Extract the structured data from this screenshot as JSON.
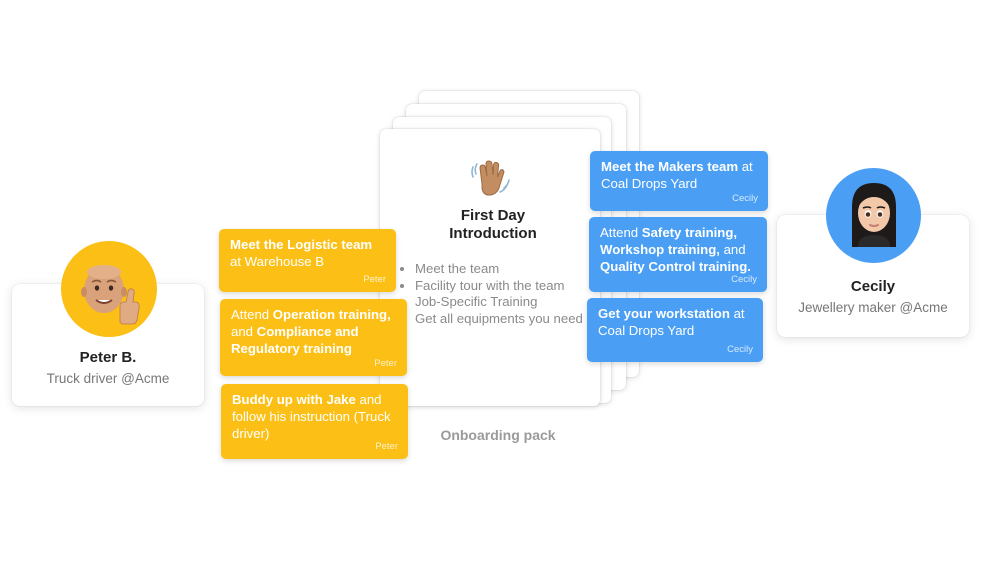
{
  "pack": {
    "title_line1": "First Day",
    "title_line2": "Introduction",
    "items": [
      "Meet the team",
      "Facility tour with the team",
      "Job-Specific Training",
      "Get all equipments you need"
    ],
    "caption": "Onboarding pack",
    "icon": "waving-hand-icon"
  },
  "peter": {
    "name": "Peter B.",
    "role": "Truck driver @Acme",
    "avatar_color": "#fbbf15",
    "cards": [
      {
        "parts": [
          {
            "b": "Meet the Logistic team"
          },
          {
            "t": " at Warehouse B"
          }
        ],
        "author": "Peter"
      },
      {
        "parts": [
          {
            "t": "Attend "
          },
          {
            "b": "Operation training,"
          },
          {
            "t": " and "
          },
          {
            "b": "Compliance and Regulatory training"
          }
        ],
        "author": "Peter"
      },
      {
        "parts": [
          {
            "b": "Buddy up with Jake"
          },
          {
            "t": " and follow his instruction (Truck driver)"
          }
        ],
        "author": "Peter"
      }
    ]
  },
  "cecily": {
    "name": "Cecily",
    "role": "Jewellery maker @Acme",
    "avatar_color": "#4a9ff5",
    "cards": [
      {
        "parts": [
          {
            "b": "Meet the Makers team"
          },
          {
            "t": " at Coal Drops Yard"
          }
        ],
        "author": "Cecily"
      },
      {
        "parts": [
          {
            "t": "Attend "
          },
          {
            "b": "Safety training,"
          },
          {
            "t": " "
          },
          {
            "b": "Workshop training,"
          },
          {
            "t": " and "
          },
          {
            "b": "Quality Control training."
          }
        ],
        "author": "Cecily"
      },
      {
        "parts": [
          {
            "b": "Get your workstation"
          },
          {
            "t": " at Coal Drops Yard"
          }
        ],
        "author": "Cecily"
      }
    ]
  },
  "colors": {
    "yellow": "#fbbf15",
    "blue": "#4a9ff5"
  }
}
